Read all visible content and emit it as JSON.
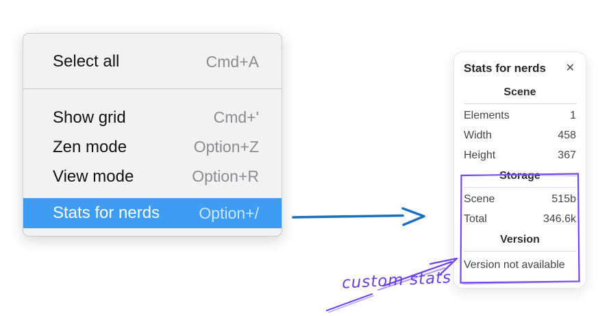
{
  "menu": {
    "items": [
      {
        "label": "Select all",
        "shortcut": "Cmd+A",
        "selected": false
      },
      {
        "label": "Show grid",
        "shortcut": "Cmd+'",
        "selected": false
      },
      {
        "label": "Zen mode",
        "shortcut": "Option+Z",
        "selected": false
      },
      {
        "label": "View mode",
        "shortcut": "Option+R",
        "selected": false
      },
      {
        "label": "Stats for nerds",
        "shortcut": "Option+/",
        "selected": true
      }
    ],
    "highlight_color": "#3e9df3"
  },
  "stats_panel": {
    "title": "Stats for nerds",
    "close_icon": "✕",
    "sections": [
      {
        "heading": "Scene",
        "rows": [
          {
            "label": "Elements",
            "value": "1"
          },
          {
            "label": "Width",
            "value": "458"
          },
          {
            "label": "Height",
            "value": "367"
          }
        ]
      },
      {
        "heading": "Storage",
        "rows": [
          {
            "label": "Scene",
            "value": "515b"
          },
          {
            "label": "Total",
            "value": "346.6k"
          }
        ]
      },
      {
        "heading": "Version",
        "note": "Version not available"
      }
    ]
  },
  "annotations": {
    "custom_stats_label": "custom stats",
    "purple": "#7048e8",
    "purple_light": "#9170e8",
    "blue": "#1a6fbe"
  }
}
